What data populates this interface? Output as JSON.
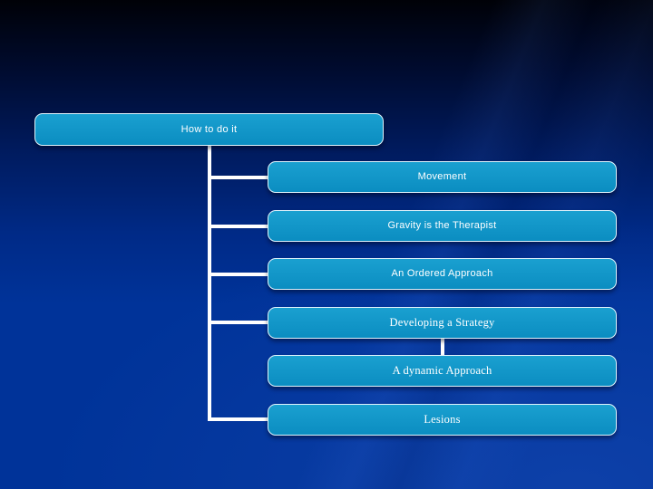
{
  "slide": {
    "title_box": {
      "label": "How to do it"
    },
    "child_boxes": [
      {
        "label": "Movement"
      },
      {
        "label": "Gravity is the Therapist"
      },
      {
        "label": "An Ordered Approach"
      },
      {
        "label": "Developing a Strategy"
      },
      {
        "label": "A dynamic Approach"
      },
      {
        "label": "Lesions"
      }
    ],
    "colors": {
      "background_top": "#000107",
      "background_bottom": "#003399",
      "box_fill_top": "#1aa0d0",
      "box_fill_bottom": "#0b8dc1",
      "box_border": "#dff3fc",
      "connector": "#ffffff",
      "text": "#ffffff"
    }
  }
}
